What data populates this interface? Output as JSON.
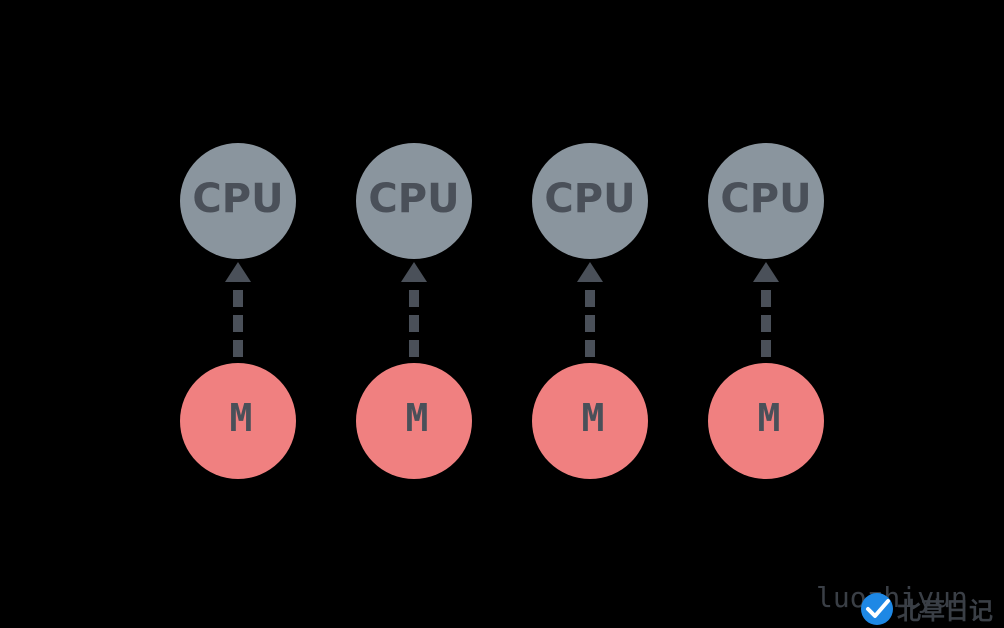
{
  "diagram": {
    "columns": [
      {
        "top": "CPU",
        "bottom": "M"
      },
      {
        "top": "CPU",
        "bottom": "M"
      },
      {
        "top": "CPU",
        "bottom": "M"
      },
      {
        "top": "CPU",
        "bottom": "M"
      }
    ],
    "colors": {
      "background": "#000000",
      "cpu_fill": "#8a959e",
      "m_fill": "#f08080",
      "text_and_arrow": "#4a5059",
      "watermark_badge": "#1e88e5"
    }
  },
  "watermark": {
    "handle": "luozhiyun",
    "name": "北草日记",
    "icon": "check-badge-icon"
  }
}
